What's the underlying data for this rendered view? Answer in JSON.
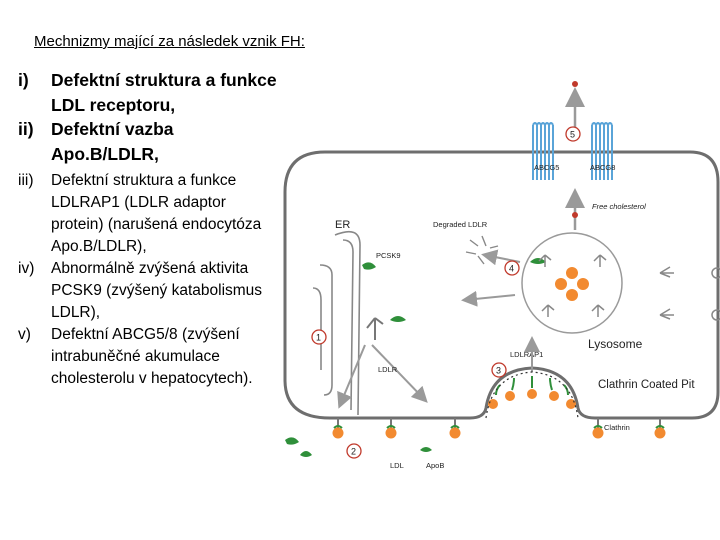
{
  "slide": {
    "title": "Mechnizmy mající za následek vznik FH:",
    "items": [
      {
        "num": "i)",
        "text": "Defektní struktura a funkce LDL receptoru,",
        "style": "big"
      },
      {
        "num": "ii)",
        "text": "Defektní vazba Apo.B/LDLR,",
        "style": "big"
      },
      {
        "num": "iii)",
        "text": "Defektní struktura a funkce LDLRAP1 (LDLR adaptor protein) (narušená endocytóza Apo.B/LDLR),",
        "style": "small"
      },
      {
        "num": "iv)",
        "text": "Abnormálně zvýšená aktivita PCSK9 (zvýšený katabolismus LDLR),",
        "style": "small"
      },
      {
        "num": "v)",
        "text": "Defektní ABCG5/8 (zvýšení intrabuněčné akumulace cholesterolu v hepatocytech).",
        "style": "small"
      }
    ]
  },
  "diagram": {
    "labels": {
      "abcg5": "ABCG5",
      "abcg8": "ABCG8",
      "free_cholesterol": "Free cholesterol",
      "er": "ER",
      "pcsk9": "PCSK9",
      "degraded_ldlr": "Degraded LDLR",
      "lysosome": "Lysosome",
      "ldlrap1": "LDLRAP1",
      "ldlr_mid": "LDLR",
      "clathrin_coated_pit": "Clathrin Coated Pit",
      "clathrin": "Clathrin",
      "ldl": "LDL",
      "apob": "ApoB"
    },
    "markers": [
      "1",
      "2",
      "3",
      "4",
      "5"
    ],
    "colors": {
      "orange": "#f28a30",
      "green": "#2f8f3a",
      "blue": "#5aa4d8",
      "membrane": "#6e6e6e",
      "arrow": "#9a9a9a",
      "marker_red": "#c0392b"
    }
  }
}
